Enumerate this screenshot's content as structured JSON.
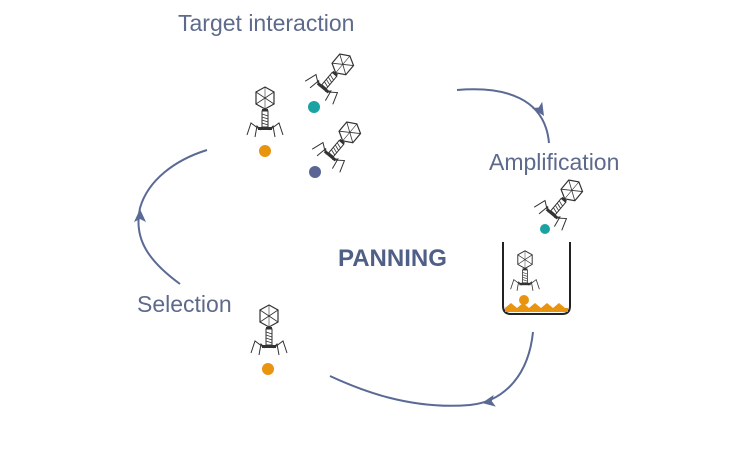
{
  "labels": {
    "target": "Target interaction",
    "amplification": "Amplification",
    "selection": "Selection",
    "center": "PANNING"
  },
  "colors": {
    "arrow": "#5a6a94",
    "phage": "#333333",
    "orange_target": "#e8940f",
    "teal_target": "#1ba3a3",
    "navy_target": "#5a6595",
    "label_text": "#5d6a8b"
  },
  "icons": [
    "phage-icon",
    "arrowhead-icon",
    "well-icon"
  ]
}
